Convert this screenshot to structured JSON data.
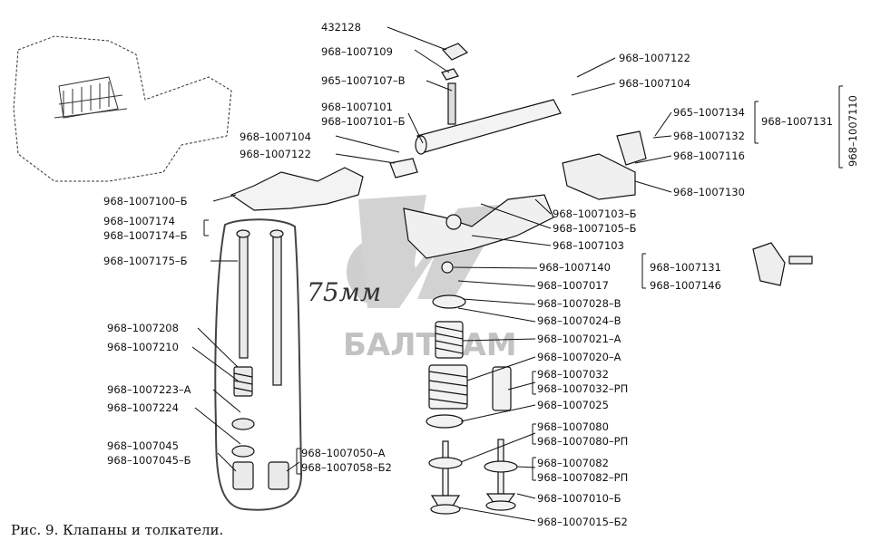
{
  "caption": "Рис. 9. Клапаны и толкатели.",
  "watermark": "БАЛТКАМ",
  "handwritten_note": "75мм",
  "colors": {
    "ink": "#111111",
    "watermark": "#bdbdbd",
    "background": "#ffffff"
  },
  "labels": [
    "432128",
    "968–1007109",
    "965–1007107–В",
    "968–1007101",
    "968–1007101–Б",
    "968–1007104",
    "968–1007122",
    "968–1007100–Б",
    "968–1007174",
    "968–1007174–Б",
    "968–1007175–Б",
    "968–1007208",
    "968–1007210",
    "968–1007223–А",
    "968–1007224",
    "968–1007045",
    "968–1007045–Б",
    "968–1007050–А",
    "968–1007058–Б2",
    "968–1007122",
    "968–1007104",
    "965–1007134",
    "968–1007131",
    "968–1007132",
    "968–1007110",
    "968–1007116",
    "968–1007130",
    "968–1007103–Б",
    "968–1007105–Б",
    "968–1007103",
    "968–1007140",
    "968–1007017",
    "968–1007131",
    "968–1007146",
    "968–1007028–В",
    "968–1007024–В",
    "968–1007021–А",
    "968–1007020–А",
    "968–1007032",
    "968–1007032–РП",
    "968–1007025",
    "968–1007080",
    "968–1007080–РП",
    "968–1007082",
    "968–1007082–РП",
    "968–1007010–Б",
    "968–1007015–Б2"
  ]
}
